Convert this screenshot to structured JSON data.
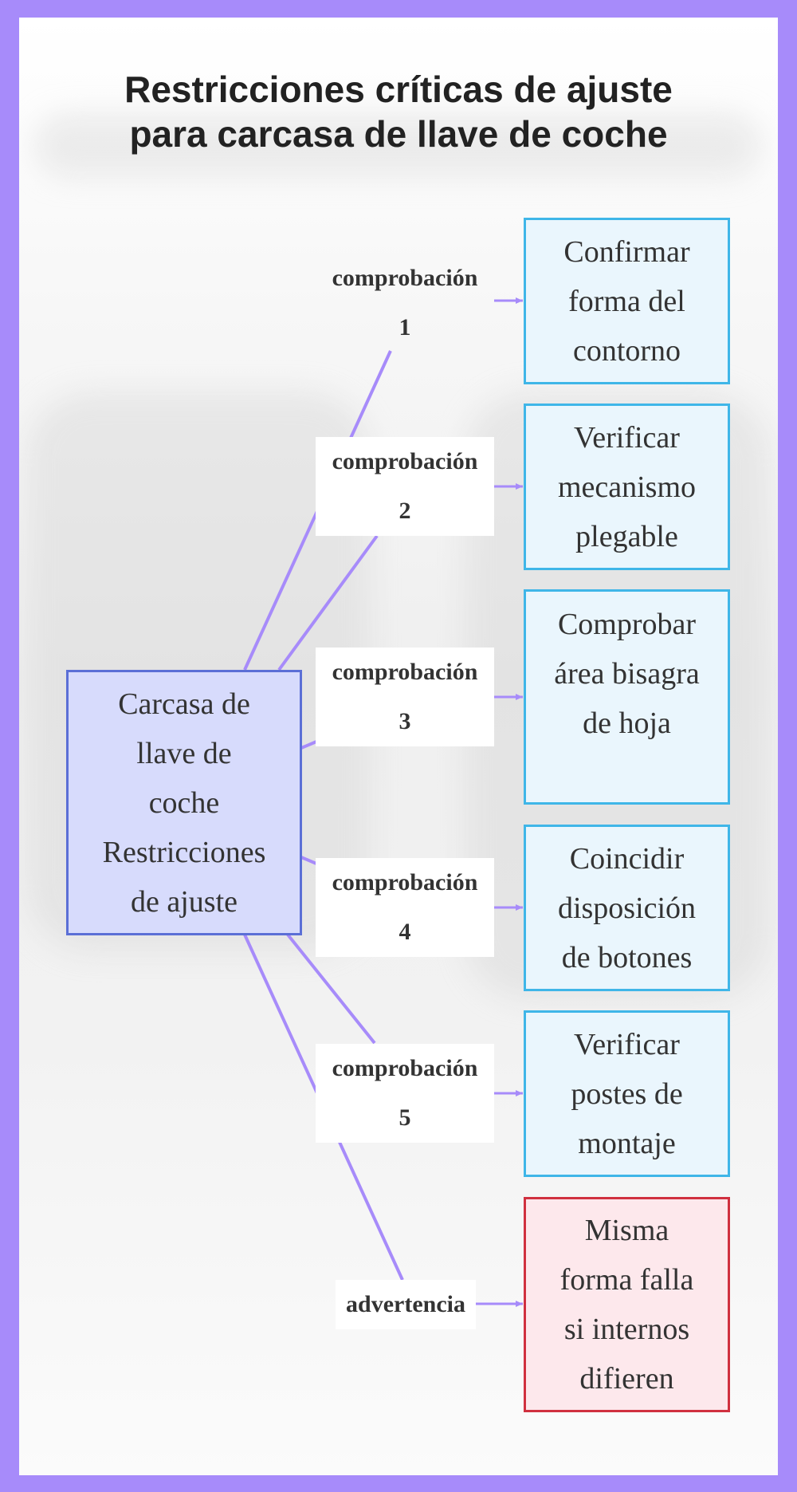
{
  "title": "Restricciones críticas de ajuste\npara carcasa de llave de coche",
  "center_node": "Carcasa de\nllave de\ncoche\nRestricciones\nde ajuste",
  "checks": [
    {
      "label": "comprobación\n1",
      "target": "Confirmar\nforma del\ncontorno"
    },
    {
      "label": "comprobación\n2",
      "target": "Verificar\nmecanismo\nplegable"
    },
    {
      "label": "comprobación\n3",
      "target": "Comprobar\nárea bisagra\nde hoja"
    },
    {
      "label": "comprobación\n4",
      "target": "Coincidir\ndisposición\nde botones"
    },
    {
      "label": "comprobación\n5",
      "target": "Verificar\npostes de\nmontaje"
    }
  ],
  "warning": {
    "label": "advertencia",
    "target": "Misma\nforma falla\nsi internos\ndifieren"
  },
  "colors": {
    "frame": "#a78bfa",
    "edge": "#a78bfa",
    "center_fill": "#d7dbfc",
    "center_border": "#5b6fd6",
    "task_fill": "#eaf6fd",
    "task_border": "#3fb6e8",
    "warn_fill": "#fde8ec",
    "warn_border": "#d0303f"
  }
}
